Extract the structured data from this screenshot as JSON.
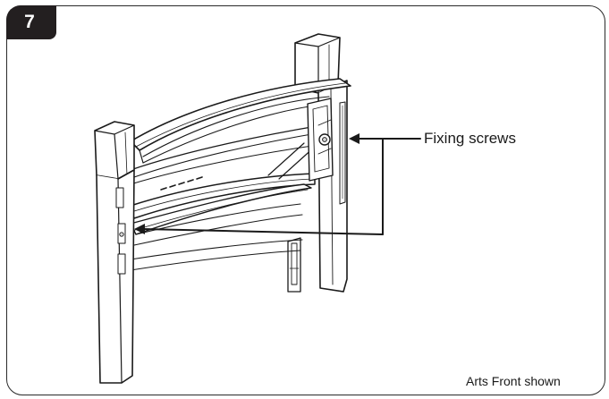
{
  "step": {
    "number": "7"
  },
  "callout": {
    "label": "Fixing screws"
  },
  "footer": {
    "caption": "Arts Front shown"
  },
  "colors": {
    "line": "#1a1a1a",
    "badge_bg": "#231f20",
    "badge_text": "#ffffff",
    "bracket_fill": "#ffffff",
    "shade": "#d9d9d9"
  }
}
